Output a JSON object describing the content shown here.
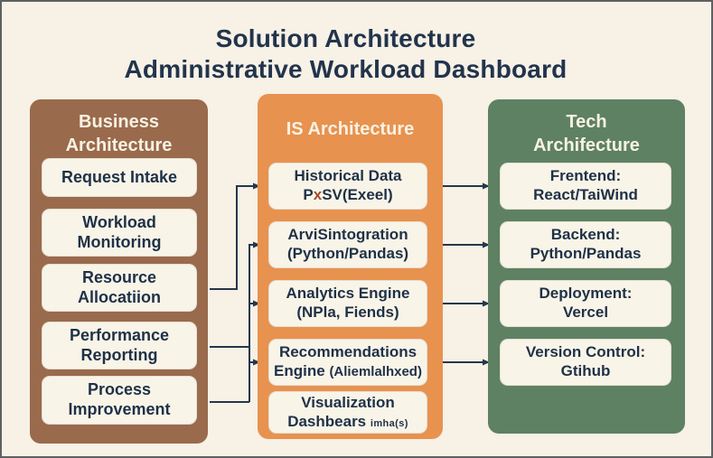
{
  "title": {
    "line1": "Solution Architecture",
    "line2": "Administrative Workload Dashboard"
  },
  "columns": {
    "business": {
      "header_line1": "Business",
      "header_line2": "Architecture",
      "boxes": [
        {
          "line1": "Request Intake",
          "line2": ""
        },
        {
          "line1": "Workload",
          "line2": "Monitoring"
        },
        {
          "line1": "Resource",
          "line2": "Allocatiion"
        },
        {
          "line1": "Performance",
          "line2": "Reporting"
        },
        {
          "line1": "Process",
          "line2": "Improvement"
        }
      ]
    },
    "is": {
      "header": "IS Architecture",
      "boxes": [
        {
          "line1": "Historical Data",
          "line2_p1": "P",
          "line2_x": "x",
          "line2_p2": "SV(Exeel)"
        },
        {
          "line1": "ArviSintogration",
          "line2": "(Python/Pandas)"
        },
        {
          "line1": "Analytics Engine",
          "line2": "(NPla, Fiends)"
        },
        {
          "line1": "Recommendations",
          "line2_main": "Engine ",
          "line2_small": "(Aliemlalhxed)"
        },
        {
          "line1": "Visualization",
          "line2_main": "Dashbears ",
          "line2_small": "imha(s)"
        }
      ]
    },
    "tech": {
      "header_line1": "Tech",
      "header_line2": "Archifecture",
      "boxes": [
        {
          "line1": "Frentend:",
          "line2": "React/TaiWind"
        },
        {
          "line1": "Backend:",
          "line2": "Python/Pandas"
        },
        {
          "line1": "Deployment:",
          "line2": "Vercel"
        },
        {
          "line1": "Version Control:",
          "line2": "Gtihub"
        }
      ]
    }
  },
  "connections": {
    "left_to_middle": [
      {
        "from": "Resource Allocatiion",
        "to": "Historical Data PxSV(Exeel)"
      },
      {
        "from": "Performance Reporting",
        "to": "shared trunk feeding ArviSintogration, Analytics Engine, Recommendations Engine"
      },
      {
        "from": "Process Improvement",
        "to": "shared trunk feeding ArviSintogration, Analytics Engine, Recommendations Engine"
      }
    ],
    "middle_to_right": [
      {
        "from": "Historical Data PxSV(Exeel)",
        "to": "Frentend: React/TaiWind"
      },
      {
        "from": "ArviSintogration (Python/Pandas)",
        "to": "Backend: Python/Pandas"
      },
      {
        "from": "Analytics Engine (NPla, Fiends)",
        "to": "Deployment: Vercel"
      },
      {
        "from": "Recommendations Engine (Aliemlalhxed)",
        "to": "Version Control: Gtihub"
      }
    ]
  },
  "colors": {
    "background": "#f7f1e6",
    "frame_border": "#5f6063",
    "title_text": "#22344c",
    "business_column": "#9a6a4c",
    "is_column": "#e8924f",
    "tech_column": "#5e8163",
    "card_background": "#f9f4e8",
    "card_text": "#1e3147",
    "header_text": "#f8f2e4",
    "connector": "#24374b",
    "highlight_x": "#a34a2e"
  }
}
